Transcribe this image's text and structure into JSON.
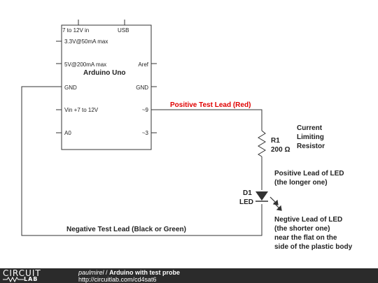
{
  "schematic": {
    "arduino": {
      "name": "Arduino Uno",
      "top_left_label": "7 to 12V in",
      "top_right_label": "USB",
      "left_pins": [
        "3.3V@50mA max",
        "5V@200mA max",
        "GND",
        "Vin +7 to 12V",
        "A0"
      ],
      "right_pins": [
        "Aref",
        "GND",
        "~9",
        "~3"
      ]
    },
    "positive_lead": "Positive Test Lead (Red)",
    "negative_lead": "Negative Test Lead (Black or Green)",
    "resistor": {
      "ref": "R1",
      "value": "200 Ω",
      "note": [
        "Current",
        "Limiting",
        "Resistor"
      ]
    },
    "led": {
      "ref": "D1",
      "type": "LED",
      "positive_note": [
        "Positive Lead of LED",
        "(the longer one)"
      ],
      "negative_note": [
        "Negtive Lead of LED",
        "(the shorter one)",
        "near the flat on the",
        "side of the plastic body"
      ]
    },
    "colors": {
      "positive_wire_label": "#e00000",
      "wire": "#333333",
      "footer_bg": "#2b2b2b"
    }
  },
  "footer": {
    "logo_top": "CIRCUIT",
    "logo_bottom": "LAB",
    "author": "paulmirel",
    "separator": "/",
    "project": "Arduino with test probe",
    "url": "http://circuitlab.com/cd4sat6"
  }
}
